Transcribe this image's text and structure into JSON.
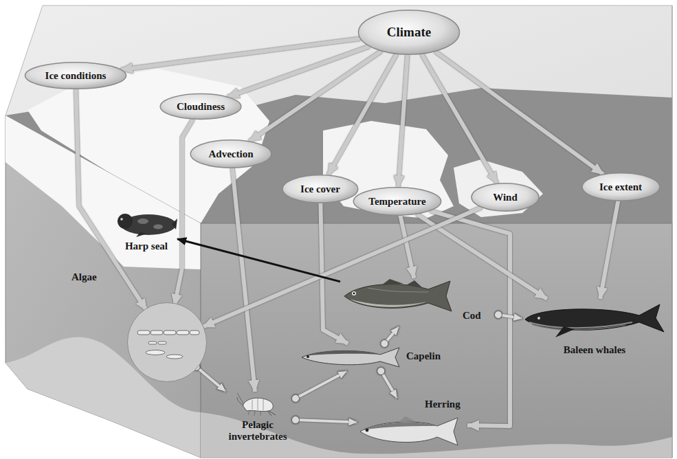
{
  "diagram": {
    "nodes": [
      {
        "text": [
          "Climate"
        ]
      },
      {
        "text": [
          "Ice conditions"
        ]
      },
      {
        "text": [
          "Cloudiness"
        ]
      },
      {
        "text": [
          "Advection"
        ]
      },
      {
        "text": [
          "Ice cover"
        ]
      },
      {
        "text": [
          "Temperature"
        ]
      },
      {
        "text": [
          "Wind"
        ]
      },
      {
        "text": [
          "Ice extent"
        ]
      },
      {
        "text": [
          "Harp seal"
        ]
      },
      {
        "text": [
          "Algae"
        ]
      },
      {
        "text": [
          "Cod"
        ]
      },
      {
        "text": [
          "Baleen whales"
        ]
      },
      {
        "text": [
          "Capelin"
        ]
      },
      {
        "text": [
          "Herring"
        ]
      },
      {
        "text": [
          "Pelagic invertebrates"
        ]
      }
    ],
    "edges": [
      {
        "from": 0,
        "to": 1,
        "arrow": "to"
      },
      {
        "from": 0,
        "to": 2,
        "arrow": "to"
      },
      {
        "from": 0,
        "to": 3,
        "arrow": "to"
      },
      {
        "from": 0,
        "to": 4,
        "arrow": "to"
      },
      {
        "from": 0,
        "to": 5,
        "arrow": "to"
      },
      {
        "from": 0,
        "to": 6,
        "arrow": "to"
      },
      {
        "from": 0,
        "to": 7,
        "arrow": "to"
      },
      {
        "from": 1,
        "to": 9,
        "arrow": "to"
      },
      {
        "from": 2,
        "to": 9,
        "arrow": "to"
      },
      {
        "from": 3,
        "to": 14,
        "arrow": "to"
      },
      {
        "from": 4,
        "to": 12,
        "arrow": "to"
      },
      {
        "from": 5,
        "to": 10,
        "arrow": "to"
      },
      {
        "from": 5,
        "to": 13,
        "arrow": "to"
      },
      {
        "from": 5,
        "to": 11,
        "arrow": "to"
      },
      {
        "from": 6,
        "to": 9,
        "arrow": "to"
      },
      {
        "from": 7,
        "to": 11,
        "arrow": "to"
      },
      {
        "from": 9,
        "to": 14,
        "arrow": "to"
      },
      {
        "from": 14,
        "to": 12,
        "arrow": "to"
      },
      {
        "from": 14,
        "to": 13,
        "arrow": "to"
      },
      {
        "from": 12,
        "to": 10,
        "arrow": "to"
      },
      {
        "from": 12,
        "to": 13,
        "arrow": "to"
      },
      {
        "from": 10,
        "to": 8,
        "arrow": "to"
      },
      {
        "from": 10,
        "to": 11,
        "arrow": "to"
      }
    ]
  }
}
